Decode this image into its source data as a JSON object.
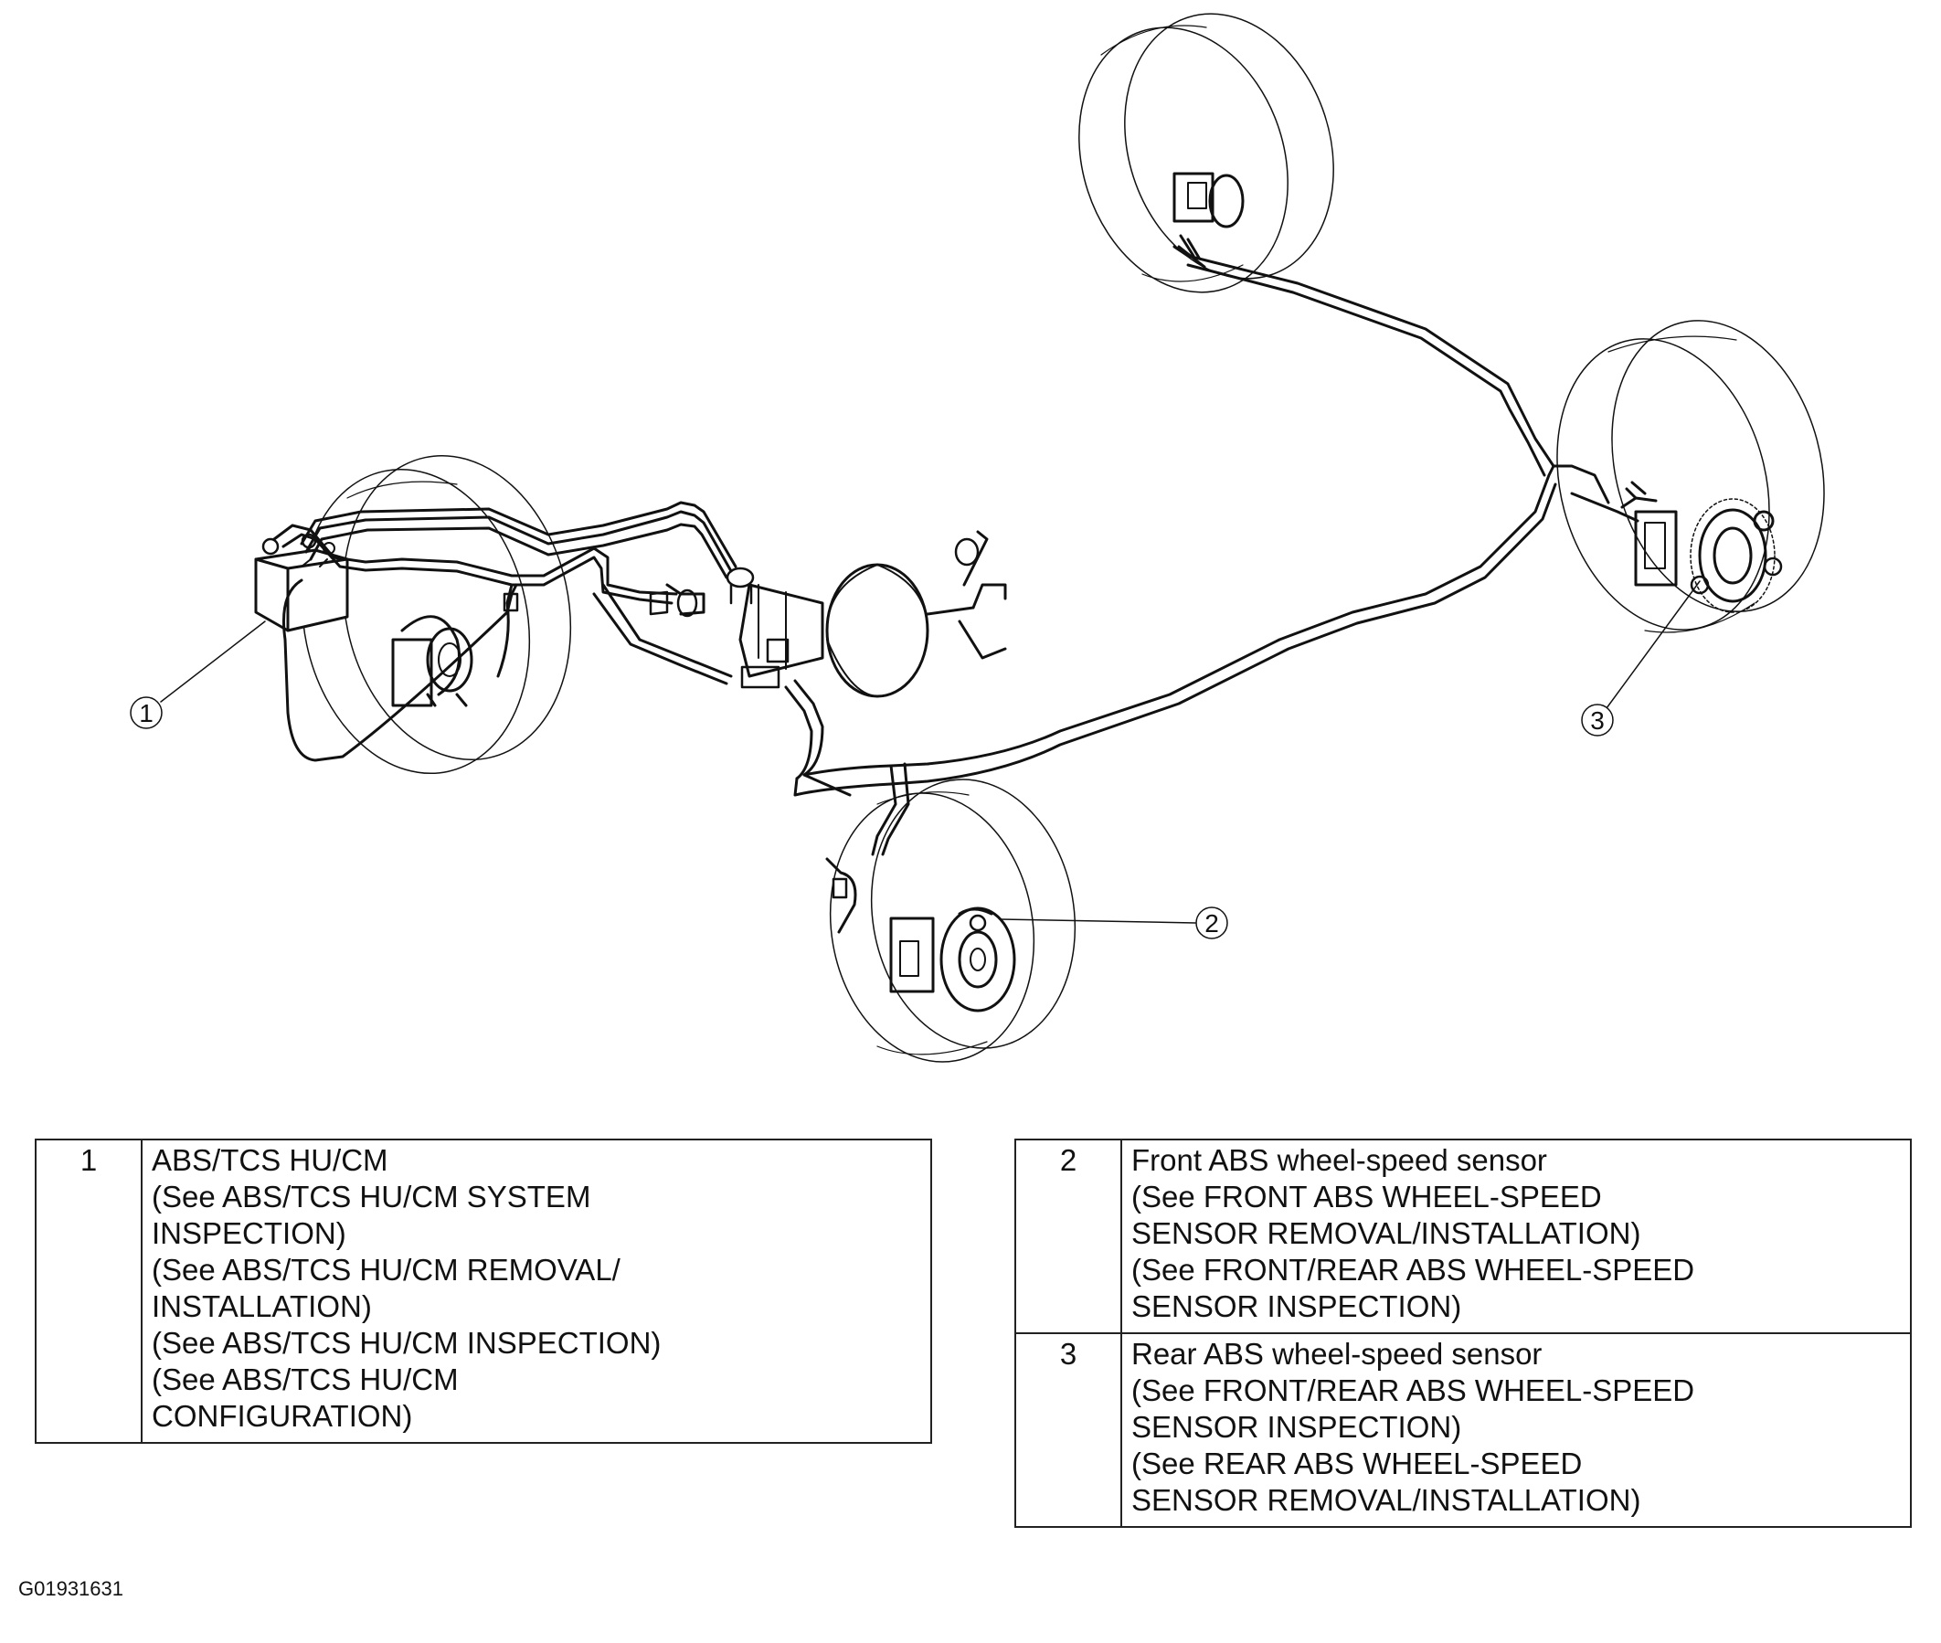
{
  "callouts": [
    "1",
    "2",
    "3"
  ],
  "legend_left": [
    {
      "number": "1",
      "lines": [
        "ABS/TCS HU/CM",
        "(See ABS/TCS HU/CM SYSTEM",
        "INSPECTION)",
        "(See ABS/TCS HU/CM REMOVAL/",
        "INSTALLATION)",
        "(See ABS/TCS HU/CM INSPECTION)",
        "(See ABS/TCS HU/CM",
        "CONFIGURATION)"
      ]
    }
  ],
  "legend_right": [
    {
      "number": "2",
      "lines": [
        "Front ABS wheel-speed sensor",
        "(See FRONT ABS WHEEL-SPEED",
        "SENSOR REMOVAL/INSTALLATION)",
        "(See FRONT/REAR ABS WHEEL-SPEED",
        "SENSOR INSPECTION)"
      ]
    },
    {
      "number": "3",
      "lines": [
        "Rear ABS wheel-speed sensor",
        "(See FRONT/REAR ABS WHEEL-SPEED",
        "SENSOR INSPECTION)",
        "(See REAR ABS WHEEL-SPEED",
        "SENSOR REMOVAL/INSTALLATION)"
      ]
    }
  ],
  "figure_code": "G01931631"
}
